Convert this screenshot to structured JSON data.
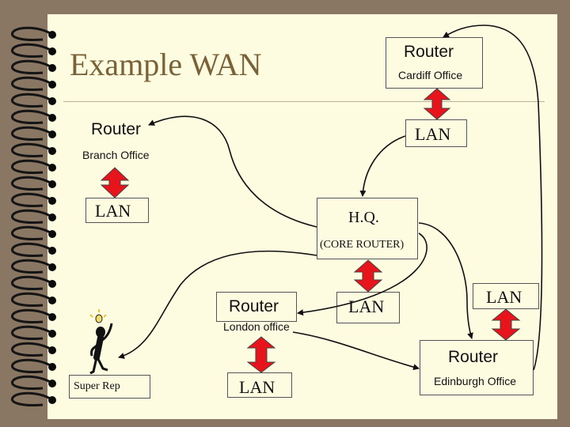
{
  "slide": {
    "title": "Example WAN",
    "nodes": {
      "cardiff_router": {
        "label": "Router",
        "sub": "Cardiff Office"
      },
      "cardiff_lan": {
        "label": "LAN"
      },
      "branch_router": {
        "label": "Router",
        "sub": "Branch Office"
      },
      "branch_lan": {
        "label": "LAN"
      },
      "hq": {
        "label": "H.Q.",
        "sub": "(CORE ROUTER)"
      },
      "hq_lan": {
        "label": "LAN"
      },
      "london_router": {
        "label": "Router",
        "sub": "London office"
      },
      "london_lan": {
        "label": "LAN"
      },
      "edinburgh_lan": {
        "label": "LAN"
      },
      "edinburgh_router": {
        "label": "Router",
        "sub": "Edinburgh Office"
      },
      "super_rep": {
        "label": "Super Rep"
      }
    },
    "colors": {
      "background": "#8a7763",
      "paper": "#fdfbe0",
      "title": "#7a6238",
      "arrow_red": "#e8141b",
      "line": "#111111"
    }
  }
}
